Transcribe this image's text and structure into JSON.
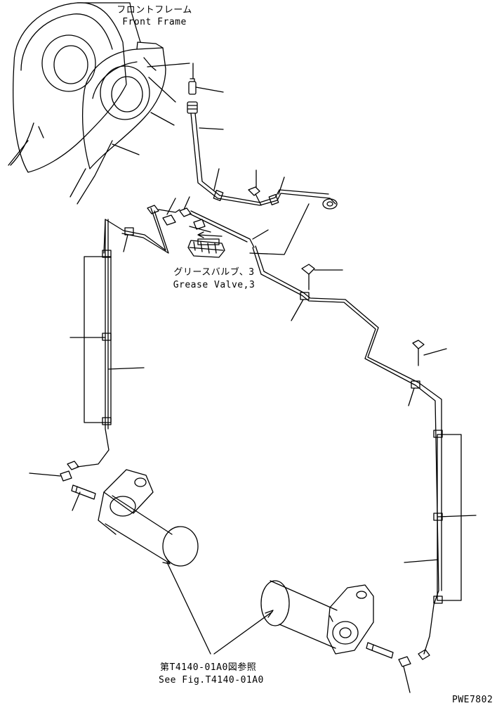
{
  "labels": {
    "front_frame_jp": "フロントフレーム",
    "front_frame_en": "Front Frame",
    "grease_valve_jp": "グリースバルブ、3",
    "grease_valve_en": "Grease Valve,3",
    "see_fig_jp": "第T4140-01A0図参照",
    "see_fig_en": "See Fig.T4140-01A0",
    "drawing_code": "PWE7802"
  }
}
